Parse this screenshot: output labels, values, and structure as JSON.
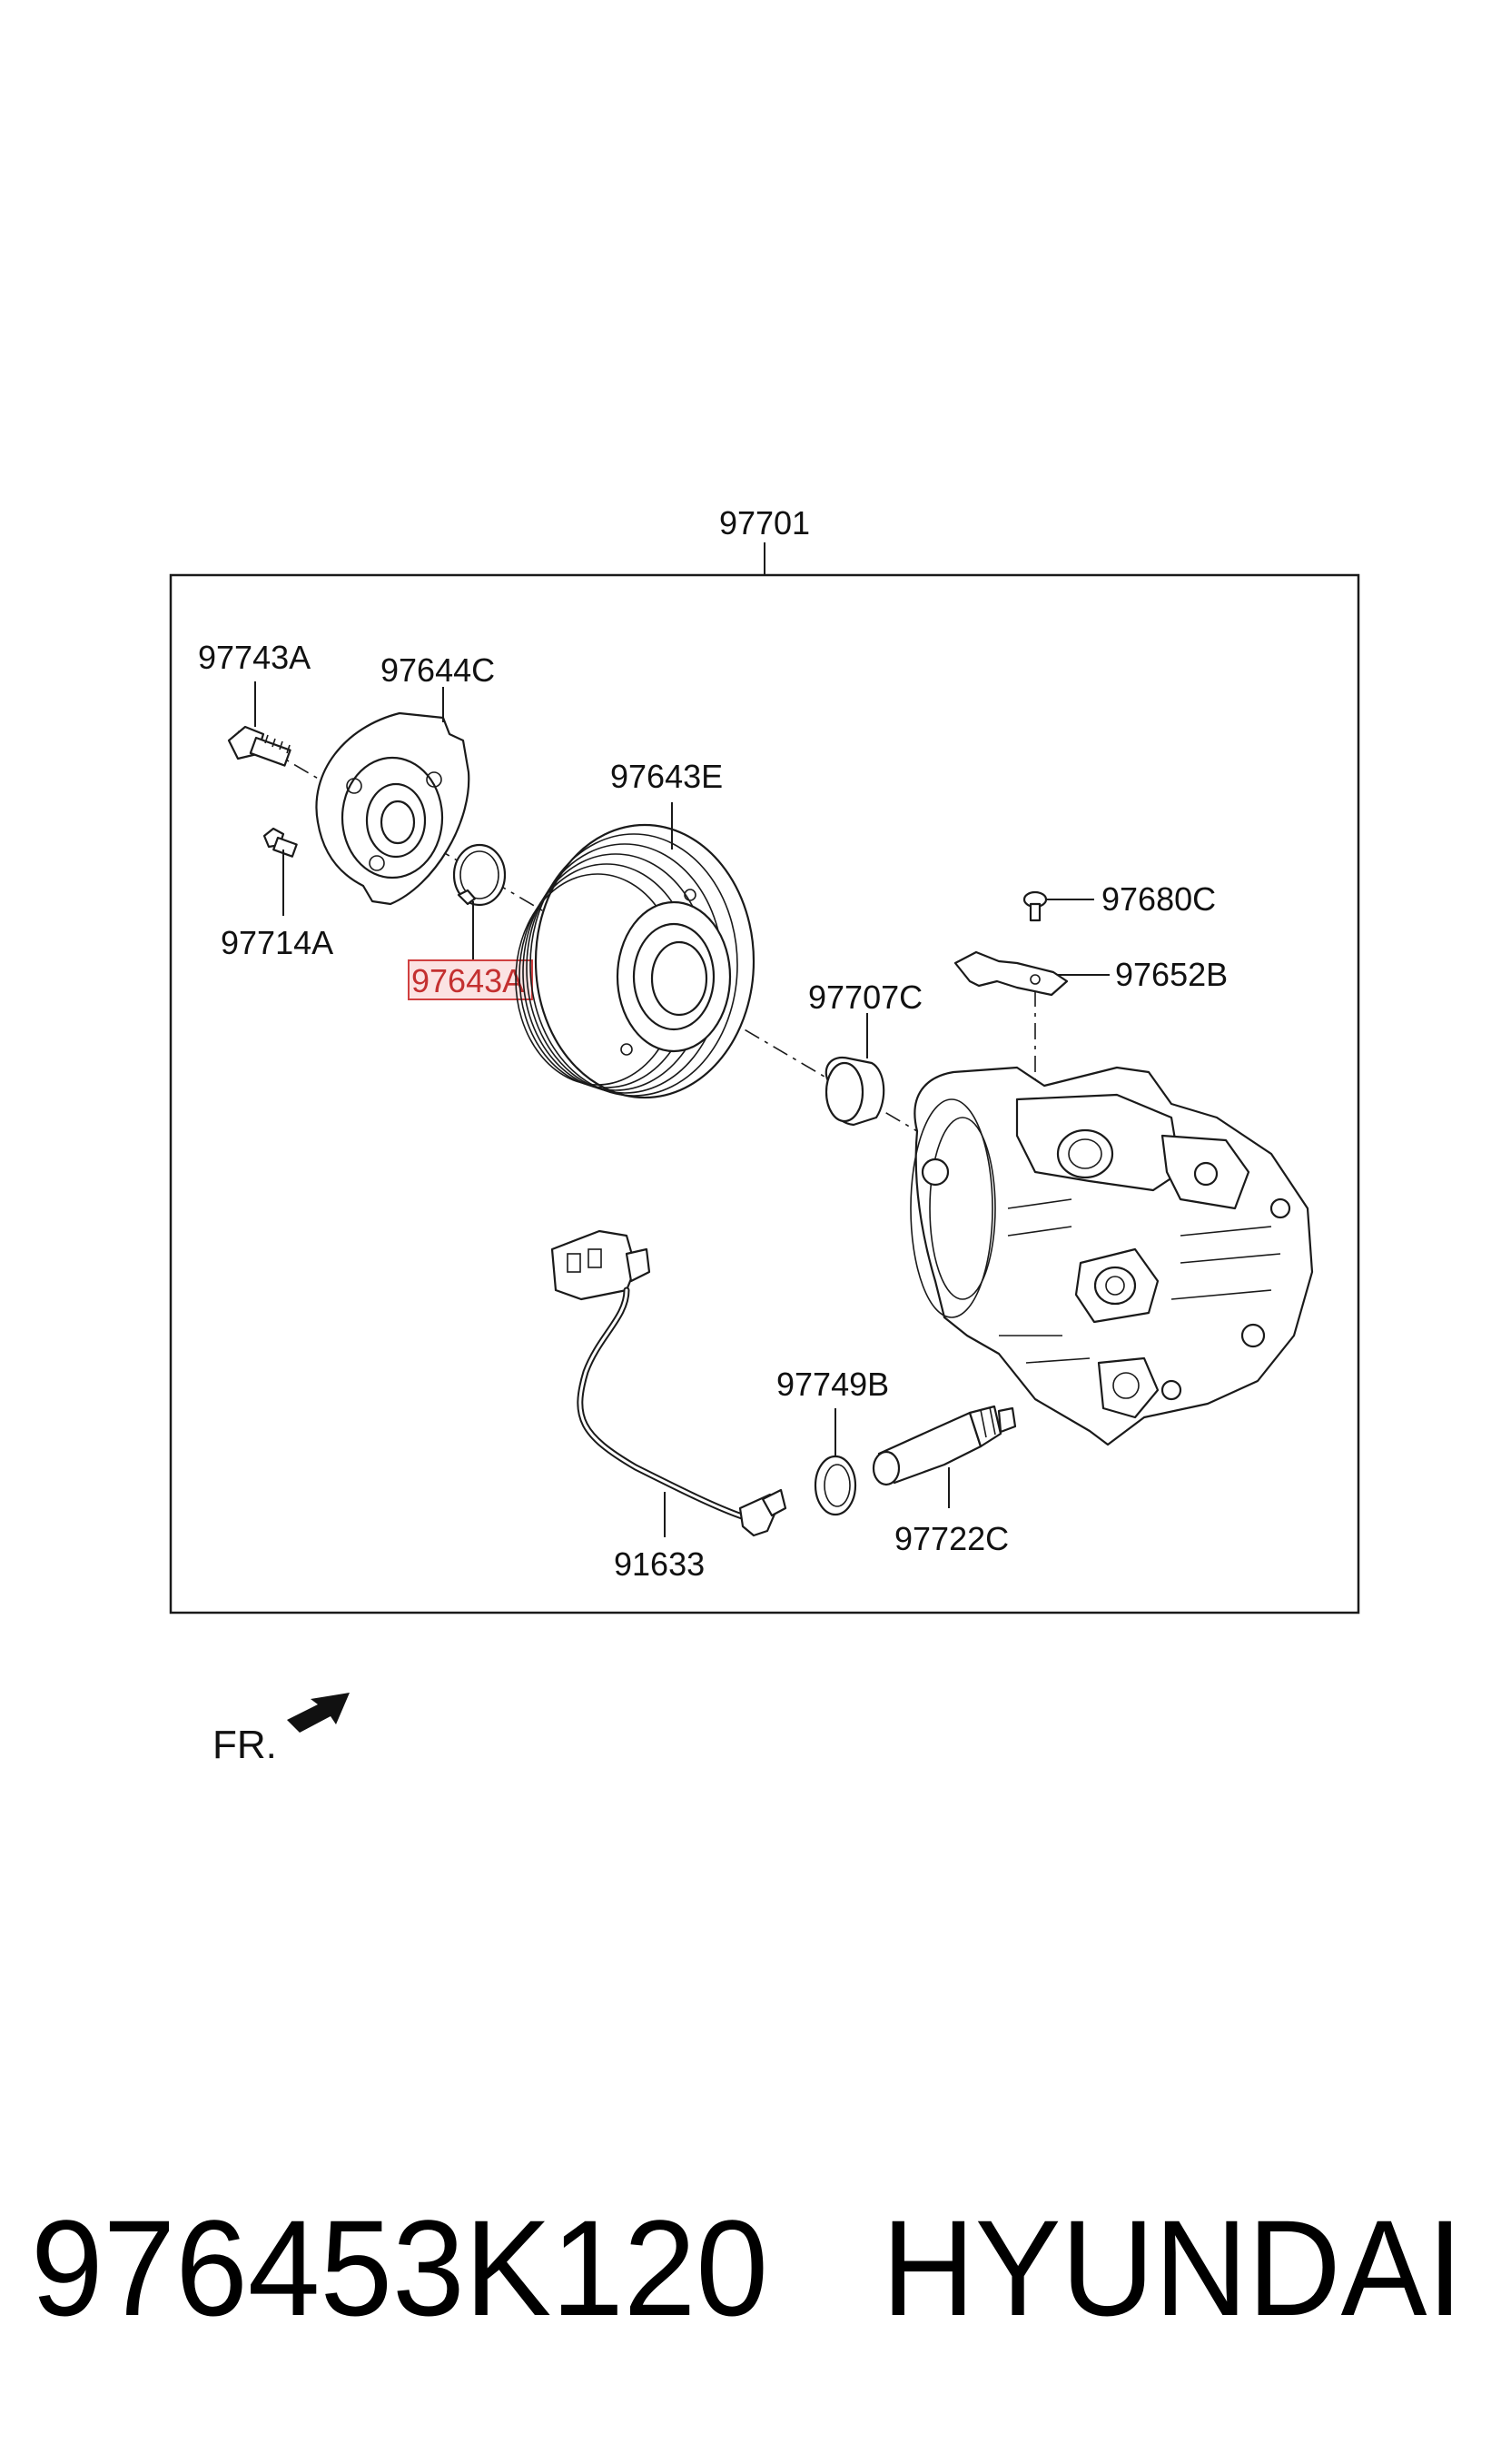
{
  "assembly": {
    "label": "97701"
  },
  "parts": {
    "p97743A": "97743A",
    "p97644C": "97644C",
    "p97714A": "97714A",
    "p97643A": "97643A",
    "p97643E": "97643E",
    "p97680C": "97680C",
    "p97652B": "97652B",
    "p97707C": "97707C",
    "p97749B": "97749B",
    "p91633": "91633",
    "p97722C": "97722C"
  },
  "highlighted_part": "97643A",
  "highlight_color": "#d04040",
  "front_indicator": {
    "label": "FR.",
    "icon": "arrow-front-icon"
  },
  "footer": {
    "part_number": "976453K120",
    "brand": "HYUNDAI"
  }
}
